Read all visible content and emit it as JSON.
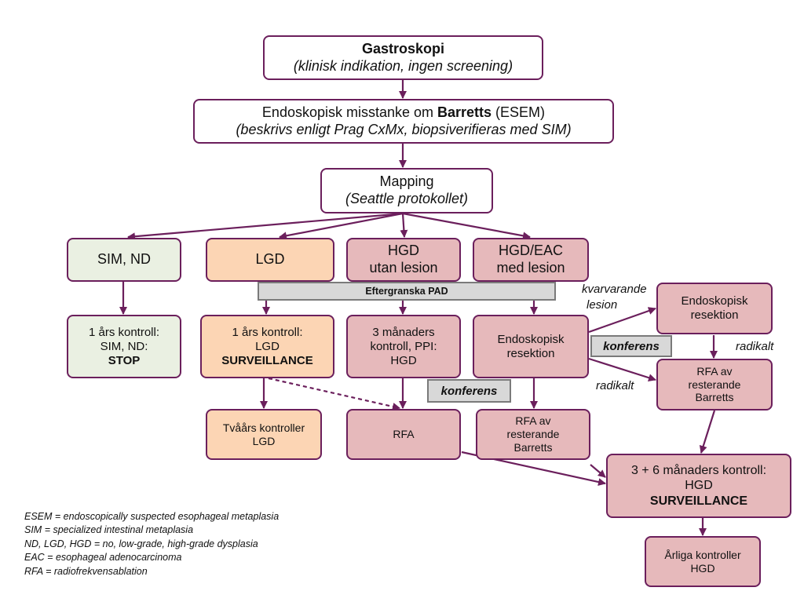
{
  "colors": {
    "border": "#6b1f5c",
    "arrow": "#6b1f5c",
    "green_fill": "#eaf0e2",
    "orange_fill": "#fcd5b4",
    "pink_fill": "#e6b9bb",
    "gray_fill": "#d8d8d8"
  },
  "nodes": {
    "gastroskopi": {
      "title": "Gastroskopi",
      "sub": "(klinisk indikation, ingen screening)"
    },
    "esem": {
      "pre": "Endoskopisk misstanke om ",
      "bold": "Barretts",
      "post": " (ESEM)",
      "sub": "(beskrivs enligt Prag CxMx, biopsiverifieras med SIM)"
    },
    "mapping": {
      "title": "Mapping",
      "sub": "(Seattle protokollet)"
    },
    "sim_nd": {
      "text": "SIM, ND"
    },
    "lgd": {
      "text": "LGD"
    },
    "hgd_utan": {
      "line1": "HGD",
      "line2": "utan lesion"
    },
    "hgd_eac": {
      "line1": "HGD/EAC",
      "line2": "med lesion"
    },
    "ettars_sim": {
      "line1": "1 års kontroll:",
      "line2": "SIM, ND:",
      "line3": "STOP"
    },
    "ettars_lgd": {
      "line1": "1 års kontroll:",
      "line2": "LGD",
      "line3": "SURVEILLANCE"
    },
    "tremanaders": {
      "line1": "3 månaders",
      "line2": "kontroll, PPI:",
      "line3": "HGD"
    },
    "endo_resektion_mid": {
      "line1": "Endoskopisk",
      "line2": "resektion"
    },
    "endo_resektion_right": {
      "line1": "Endoskopisk",
      "line2": "resektion"
    },
    "rfa_right": {
      "line1": "RFA av",
      "line2": "resterande",
      "line3": "Barretts"
    },
    "tvaars": {
      "line1": "Tvåårs kontroller",
      "line2": "LGD"
    },
    "rfa": {
      "text": "RFA"
    },
    "rfa_mid": {
      "line1": "RFA av",
      "line2": "resterande",
      "line3": "Barretts"
    },
    "tre_sex": {
      "line1": "3 + 6 månaders kontroll:",
      "line2": "HGD",
      "line3": "SURVEILLANCE"
    },
    "arliga": {
      "line1": "Årliga kontroller",
      "line2": "HGD"
    }
  },
  "bars": {
    "eftergranska": "Eftergranska PAD",
    "konferens_right": "konferens",
    "konferens_mid": "konferens"
  },
  "labels": {
    "kvarvarande_1": "kvarvarande",
    "kvarvarande_2": "lesion",
    "radikalt_1": "radikalt",
    "radikalt_2": "radikalt"
  },
  "legend": [
    "ESEM = endoscopically suspected esophageal metaplasia",
    "SIM = specialized intestinal metaplasia",
    "ND, LGD, HGD = no, low-grade, high-grade dysplasia",
    "EAC = esophageal adenocarcinoma",
    "RFA = radiofrekvensablation"
  ]
}
